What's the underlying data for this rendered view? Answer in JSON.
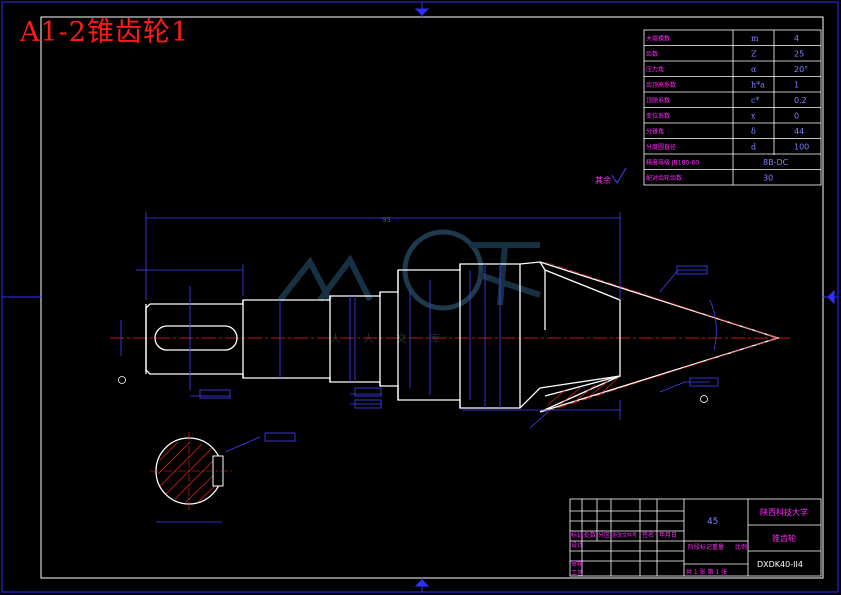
{
  "drawing": {
    "title": "A1-2锥齿轮1",
    "colors": {
      "background": "#000000",
      "border": "#2f2fff",
      "part": "#ffffff",
      "dimension": "#4040ff",
      "table_text": "#ff2bff",
      "centerline": "#ff2222",
      "title": "#ff1a1a"
    }
  },
  "param_table": {
    "rows": [
      {
        "name": "大端模数",
        "symbol": "m",
        "value": "4"
      },
      {
        "name": "齿数",
        "symbol": "Z",
        "value": "25"
      },
      {
        "name": "压力角",
        "symbol": "α",
        "value": "20°"
      },
      {
        "name": "齿顶高系数",
        "symbol": "h*a",
        "value": "1"
      },
      {
        "name": "顶隙系数",
        "symbol": "c*",
        "value": "0.2"
      },
      {
        "name": "变位系数",
        "symbol": "x",
        "value": "0"
      },
      {
        "name": "分锥角",
        "symbol": "δ",
        "value": "44"
      },
      {
        "name": "分度圆直径",
        "symbol": "d",
        "value": "100"
      },
      {
        "name": "精度等级 JB180-60",
        "symbol": "",
        "value": "8B-DC"
      },
      {
        "name": "配对齿轮齿数",
        "symbol": "",
        "value": "30"
      }
    ]
  },
  "dimensions": {
    "overall_length": "93",
    "roughness": "其余"
  },
  "title_block": {
    "material": "45",
    "school": "陕西科技大学",
    "part_name": "锥齿轮",
    "drawing_no": "DXDK40-II4",
    "scale_label": "比例",
    "weight_label": "重量",
    "sheet_info": "共 1 张  第 1 张",
    "row_labels": [
      "标记",
      "设计",
      "审核",
      "工艺"
    ],
    "column_labels": [
      "处数",
      "分区",
      "更改文件号",
      "签名",
      "年月日"
    ],
    "stage_label": "阶段标记"
  },
  "watermark": {
    "text": "人人文库"
  }
}
